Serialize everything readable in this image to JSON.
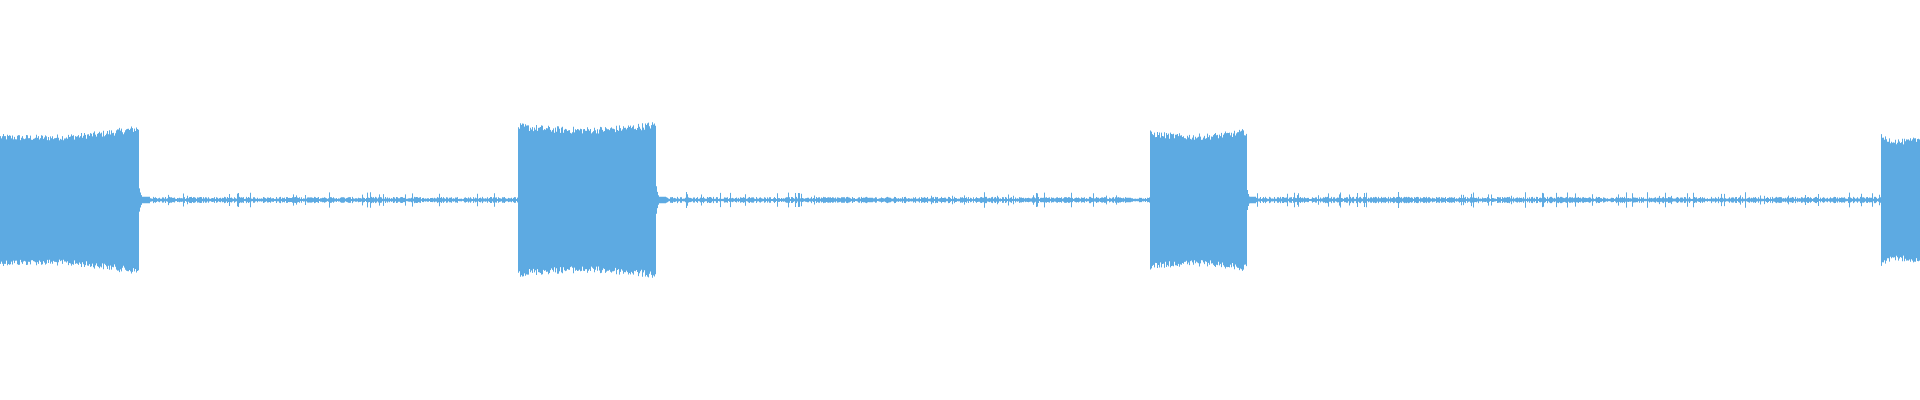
{
  "waveform": {
    "color": "#5daae2",
    "background": "#ffffff",
    "bursts": [
      {
        "start": 0.0,
        "end": 0.072,
        "level_start": 0.72,
        "level_end": 0.82,
        "tail": 0.006
      },
      {
        "start": 0.2695,
        "end": 0.3415,
        "level_start": 0.84,
        "level_end": 0.86,
        "tail": 0.005
      },
      {
        "start": 0.5985,
        "end": 0.649,
        "level_start": 0.76,
        "level_end": 0.78,
        "tail": 0.005
      },
      {
        "start": 0.9795,
        "end": 1.0,
        "level_start": 0.72,
        "level_end": 0.7,
        "tail": 0.0
      }
    ],
    "noise_floor_level": 0.035,
    "noise_spike_level": 0.09
  }
}
